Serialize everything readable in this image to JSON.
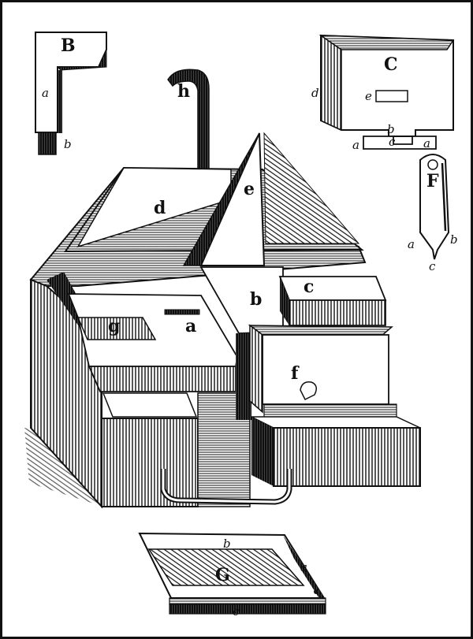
{
  "figures": {
    "B": {
      "title": "B",
      "parts": [
        "a",
        "b"
      ]
    },
    "C": {
      "title": "C",
      "parts": [
        "d",
        "e",
        "b",
        "c",
        "a",
        "a"
      ]
    },
    "F": {
      "title": "F",
      "parts": [
        "a",
        "b",
        "c"
      ]
    },
    "G": {
      "title": "G",
      "parts": [
        "b",
        "a",
        "c"
      ]
    },
    "main": {
      "parts": [
        "h",
        "d",
        "e",
        "b",
        "c",
        "a",
        "g",
        "f"
      ]
    }
  },
  "colors": {
    "ink": "#111111",
    "paper": "#ffffff"
  }
}
